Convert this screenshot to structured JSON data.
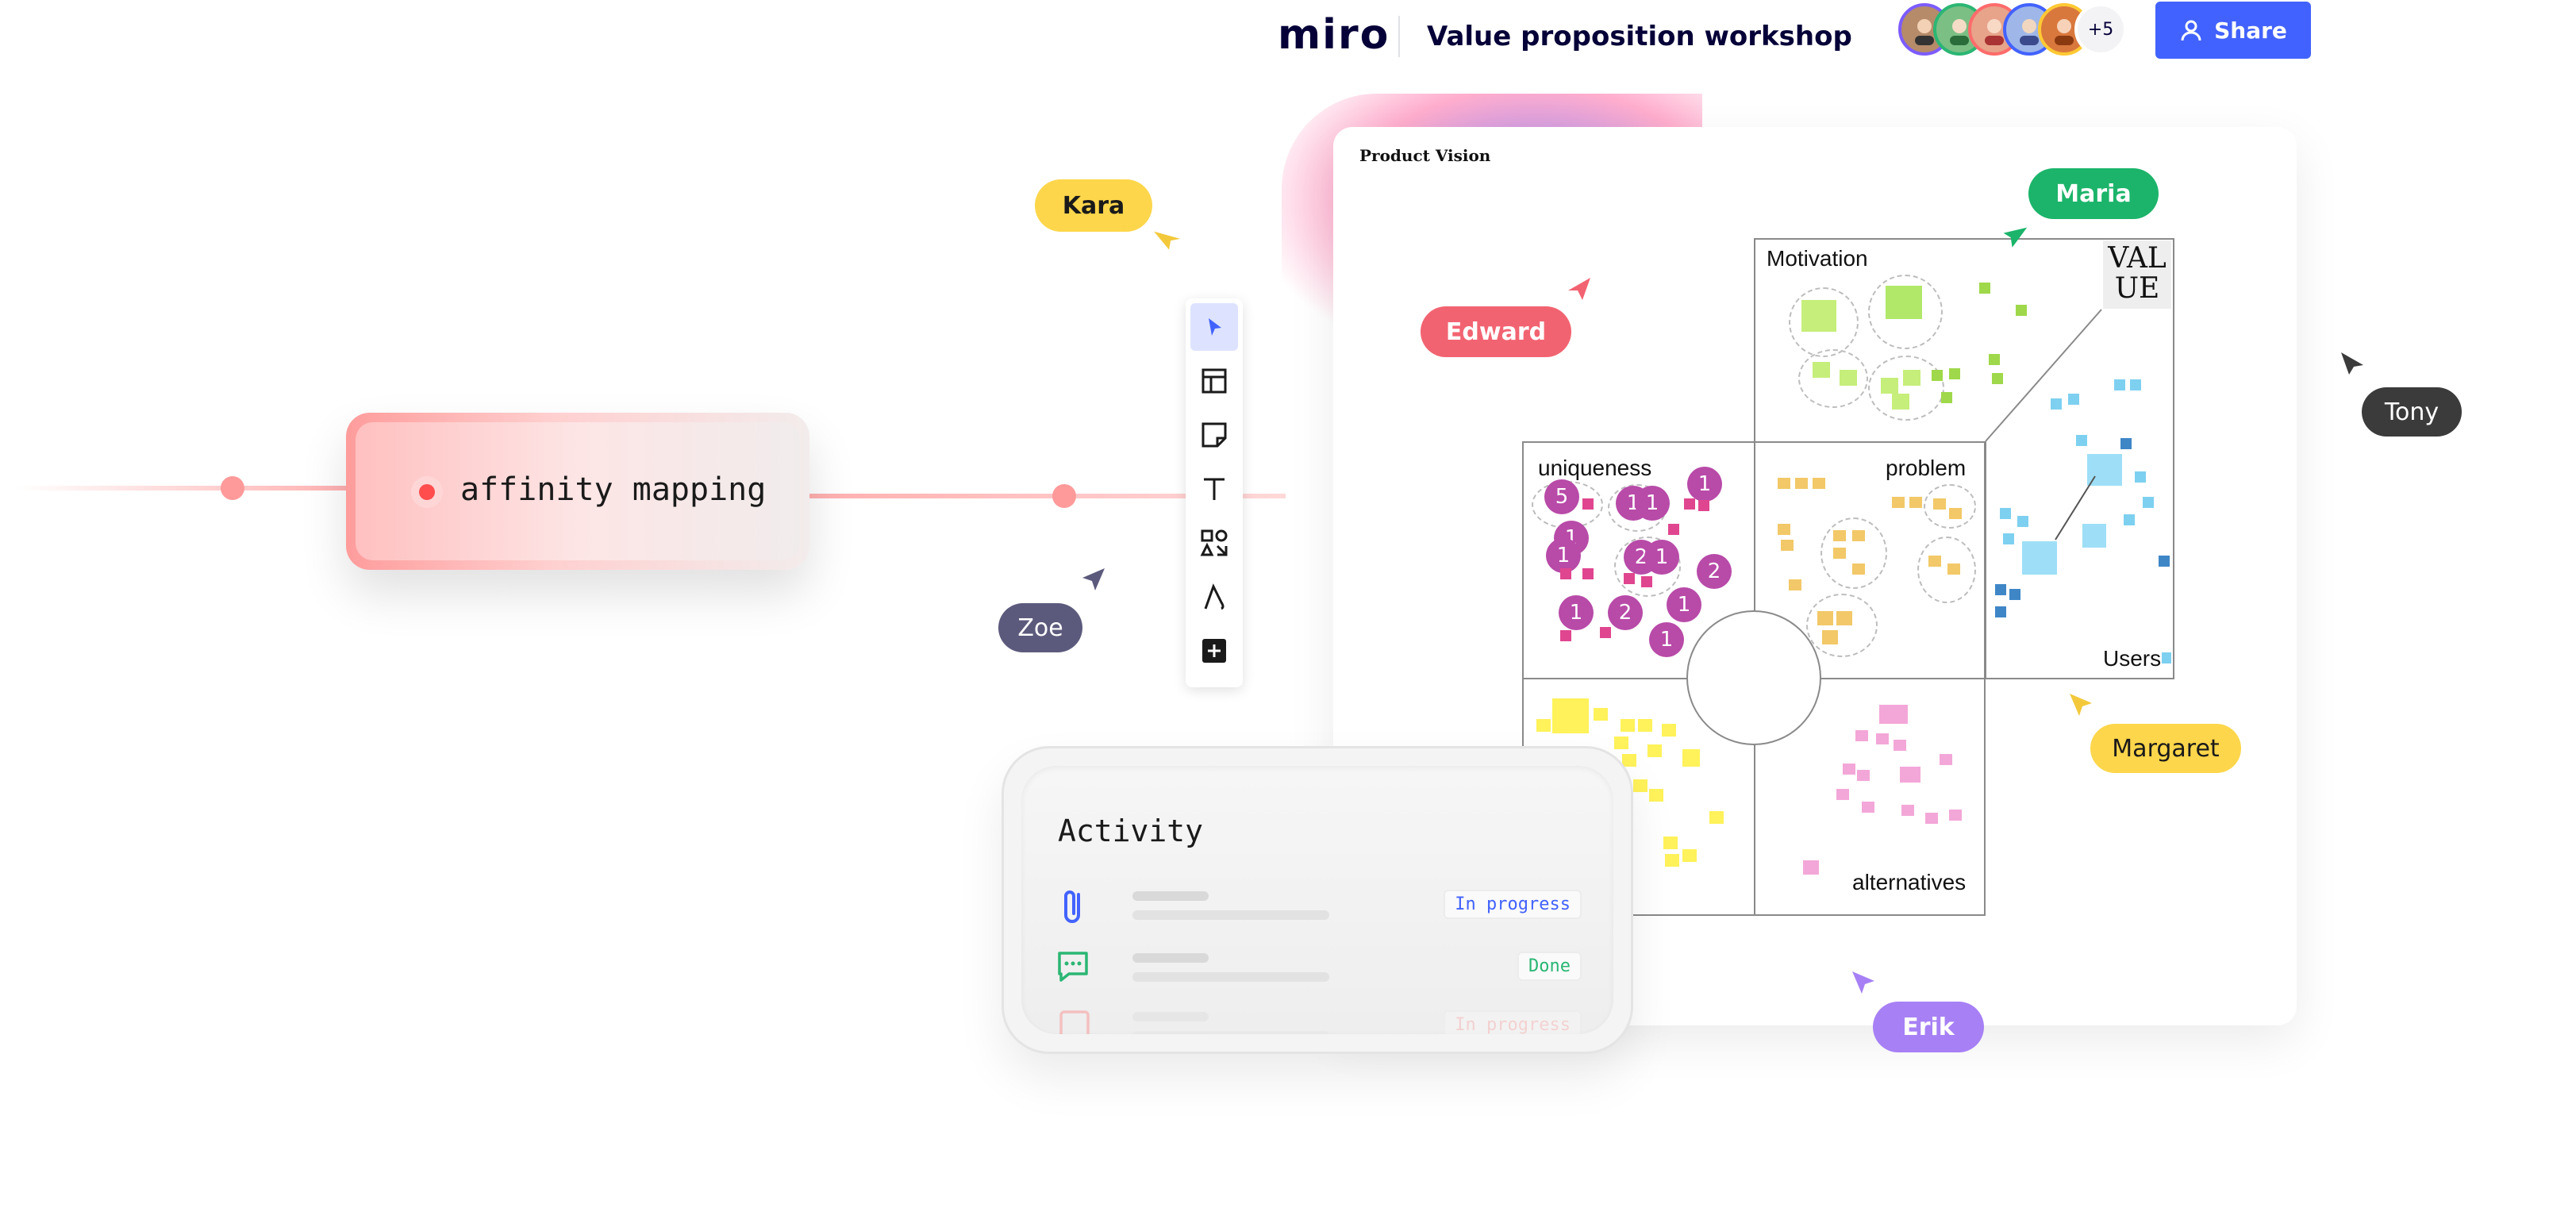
{
  "header": {
    "logo": "miro",
    "board_title": "Value proposition workshop",
    "more_collaborators": "+5",
    "share_label": "Share",
    "avatars": [
      {
        "name": "avatar-1",
        "color": "#b58b6a",
        "ring": "#7c5cff"
      },
      {
        "name": "avatar-2",
        "color": "#7bbf84",
        "ring": "#2bb673"
      },
      {
        "name": "avatar-3",
        "color": "#e7a48a",
        "ring": "#ff6b6b"
      },
      {
        "name": "avatar-4",
        "color": "#9fb7e8",
        "ring": "#4262ff"
      },
      {
        "name": "avatar-5",
        "color": "#d9783d",
        "ring": "#ffc933"
      }
    ]
  },
  "flow": {
    "affinity_label": "affinity mapping"
  },
  "cursors": [
    {
      "name": "kara",
      "label": "Kara",
      "bg": "#fdd64b",
      "fg": "#1a1a1a"
    },
    {
      "name": "edward",
      "label": "Edward",
      "bg": "#f26371",
      "fg": "#ffffff"
    },
    {
      "name": "maria",
      "label": "Maria",
      "bg": "#1bb46a",
      "fg": "#ffffff"
    },
    {
      "name": "tony",
      "label": "Tony",
      "bg": "#3b3b3b",
      "fg": "#ffffff"
    },
    {
      "name": "zoe",
      "label": "Zoe",
      "bg": "#5c5a7c",
      "fg": "#ffffff"
    },
    {
      "name": "margaret",
      "label": "Margaret",
      "bg": "#fdd64b",
      "fg": "#1a1a1a"
    },
    {
      "name": "erik",
      "label": "Erik",
      "bg": "#a780f5",
      "fg": "#ffffff"
    }
  ],
  "toolbar": {
    "tools": [
      "select-tool",
      "templates-tool",
      "sticky-note-tool",
      "text-tool",
      "shapes-tool",
      "pen-tool",
      "add-tool"
    ]
  },
  "board": {
    "frame_label": "Product Vision",
    "value_label": "VAL UE",
    "quadrants": {
      "motivation": "Motivation",
      "uniqueness": "uniqueness",
      "problem": "problem",
      "users": "Users",
      "alternatives": "alternatives"
    },
    "votes": [
      "5",
      "1",
      "1",
      "1",
      "1",
      "1",
      "2",
      "1",
      "2",
      "1",
      "2",
      "1",
      "1"
    ]
  },
  "activity": {
    "title": "Activity",
    "rows": [
      {
        "icon": "paperclip-icon",
        "status": "In progress",
        "color": "#4262ff"
      },
      {
        "icon": "comment-icon",
        "status": "Done",
        "color": "#2bb673"
      },
      {
        "icon": "checkbox-icon",
        "status": "In progress",
        "color": "#ff6b6b"
      }
    ]
  }
}
